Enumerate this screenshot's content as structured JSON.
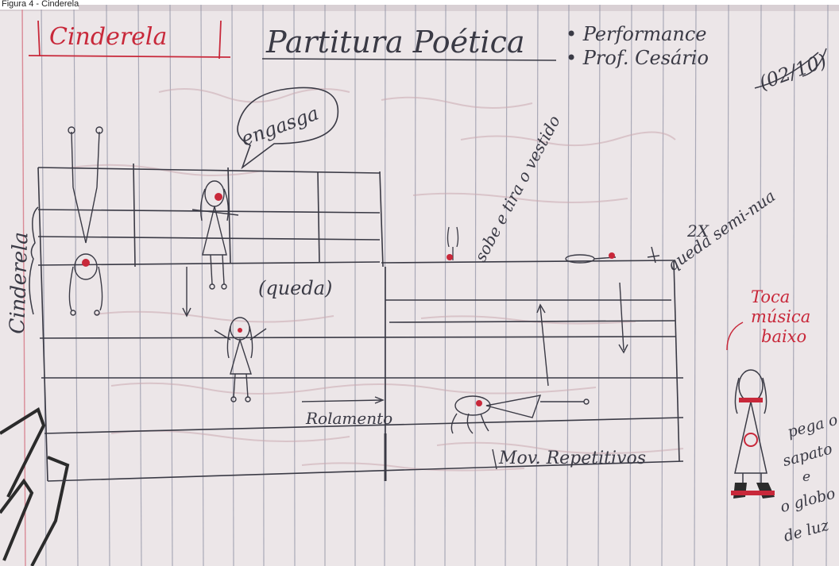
{
  "caption": "Figura 4 - Cinderela",
  "colors": {
    "paper": "#ece6e8",
    "paper_edge": "#d9d0d4",
    "line": "#8e90a3",
    "pencil": "#3a3a45",
    "red_ink": "#c8283a",
    "ghost": "#caa9b0"
  },
  "sketch": {
    "title_box": "Cinderela",
    "title": "Partitura Poética",
    "subtitle_line1": "• Performance",
    "subtitle_line2": "• Prof. Cesário",
    "date": "(02/10)",
    "side_label": "Cinderela",
    "bubble_text": "engasga",
    "fall_label": "(queda)",
    "note_dress": "sobe e tira o vestido",
    "note_fall_half": "queda semi-nua",
    "note_twice": "2X",
    "note_rolling": "Rolamento",
    "note_moves": "Mov. Repetitivos",
    "note_music_1": "Toca",
    "note_music_2": "música",
    "note_music_3": "baixo",
    "note_shoe_1": "pega o",
    "note_shoe_2": "sapato",
    "note_shoe_3": "e",
    "note_shoe_4": "o globo",
    "note_shoe_5": "de luz"
  }
}
